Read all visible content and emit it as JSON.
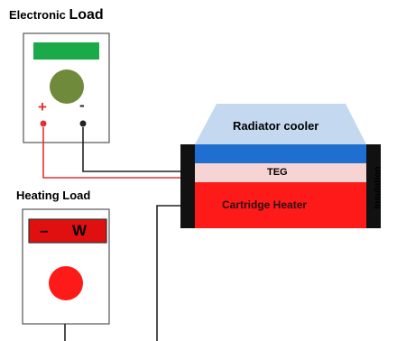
{
  "electronic_load": {
    "title_prefix": "Electronic",
    "title_suffix": "Load",
    "plus_label": "+",
    "minus_label": "-"
  },
  "heating_load": {
    "title": "Heating Load",
    "display_dash": "–",
    "display_unit": "W"
  },
  "device": {
    "radiator_label": "Radiator cooler",
    "teg_label": "TEG",
    "heater_label": "Cartridge Heater",
    "insulation_label": "Insulation"
  },
  "colors": {
    "display_green": "#1aaa4a",
    "knob_olive": "#6e8a3a",
    "heater_red": "#ff1a1a",
    "display_red": "#e01010",
    "cooler_blue": "#1e6fd0",
    "radiator_fill": "#c4d9f0",
    "teg_pink": "#f6d4d4",
    "wire_red": "#e53030",
    "wire_black": "#222222"
  }
}
